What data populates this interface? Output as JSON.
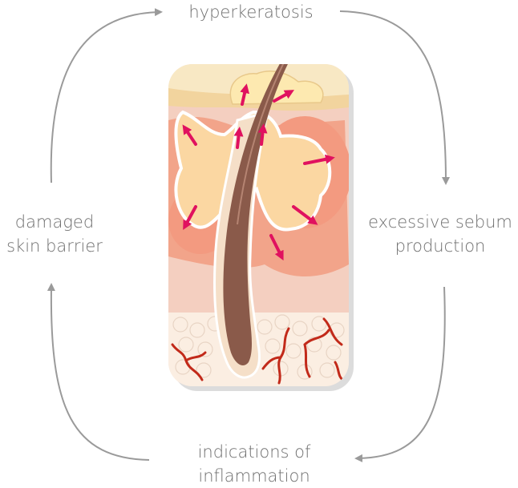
{
  "labels": {
    "top": "hyperkeratosis",
    "right": "excessive sebum\nproduction",
    "bottom": "indications of\ninflammation",
    "left": "damaged\nskin barrier"
  },
  "colors": {
    "text": "#707070",
    "cycle_arrow": "#9a9a9a",
    "follicle_arrow": "#e0115f",
    "sebum": "#fbd7a2",
    "inflammation": "#f2a48a",
    "hair": "#8a5a4a",
    "vessels": "#c22a1a"
  },
  "icons": [
    "cycle-arrow-icon",
    "follicle-arrow-icon",
    "hair-follicle-illustration"
  ]
}
